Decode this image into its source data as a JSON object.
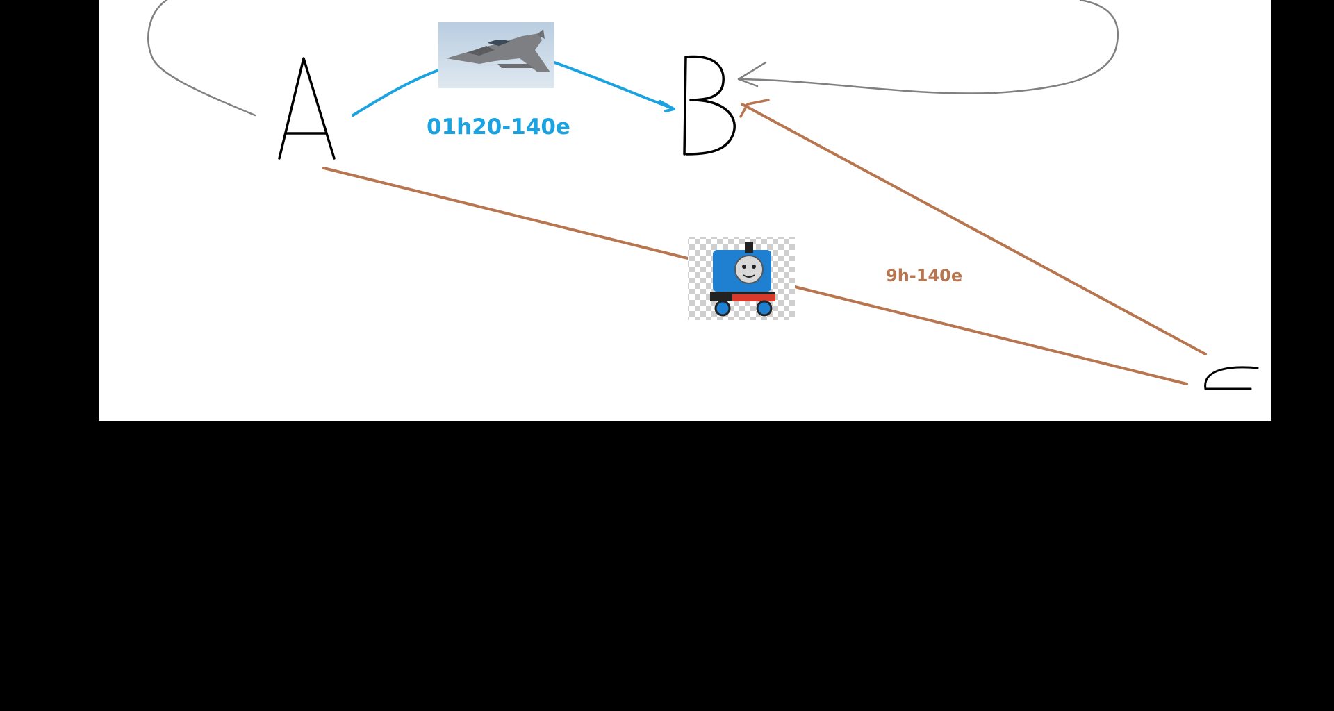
{
  "colors": {
    "background": "#000000",
    "canvas": "#ffffff",
    "plane_route": "#1aa3e0",
    "train_route": "#b87650",
    "loop_stroke": "#808080",
    "letter_stroke": "#000000"
  },
  "nodes": {
    "a": "A",
    "b": "B",
    "c": "C"
  },
  "routes": {
    "plane": {
      "label": "01h20-140e",
      "icon": "fighter-jet-image"
    },
    "train": {
      "label": "9h-140e",
      "icon": "thomas-train-image"
    }
  }
}
